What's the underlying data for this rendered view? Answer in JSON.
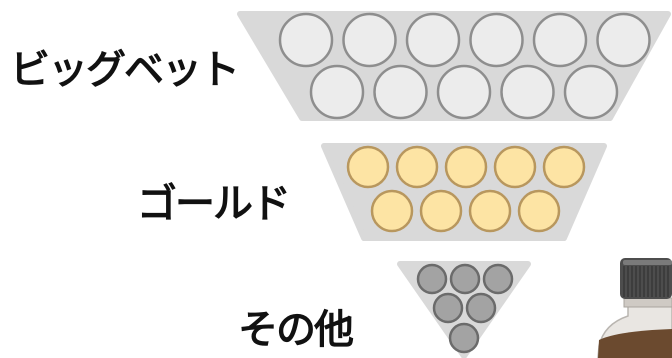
{
  "tiers": [
    {
      "label": "ビッグベット",
      "rows": [
        6,
        5
      ],
      "fill": "#ececec",
      "stroke": "#8e8e8e"
    },
    {
      "label": "ゴールド",
      "rows": [
        5,
        4
      ],
      "fill": "#fde4a4",
      "stroke": "#b8975e"
    },
    {
      "label": "その他",
      "rows": [
        3,
        2,
        1
      ],
      "fill": "#a3a3a3",
      "stroke": "#6b6b6b"
    }
  ],
  "colors": {
    "panel": "#d9d9d9",
    "text": "#111111",
    "cap": "#4d4d4d",
    "liquid": "#6b4a2f"
  },
  "bottle": {
    "icon": "bottle-icon"
  }
}
